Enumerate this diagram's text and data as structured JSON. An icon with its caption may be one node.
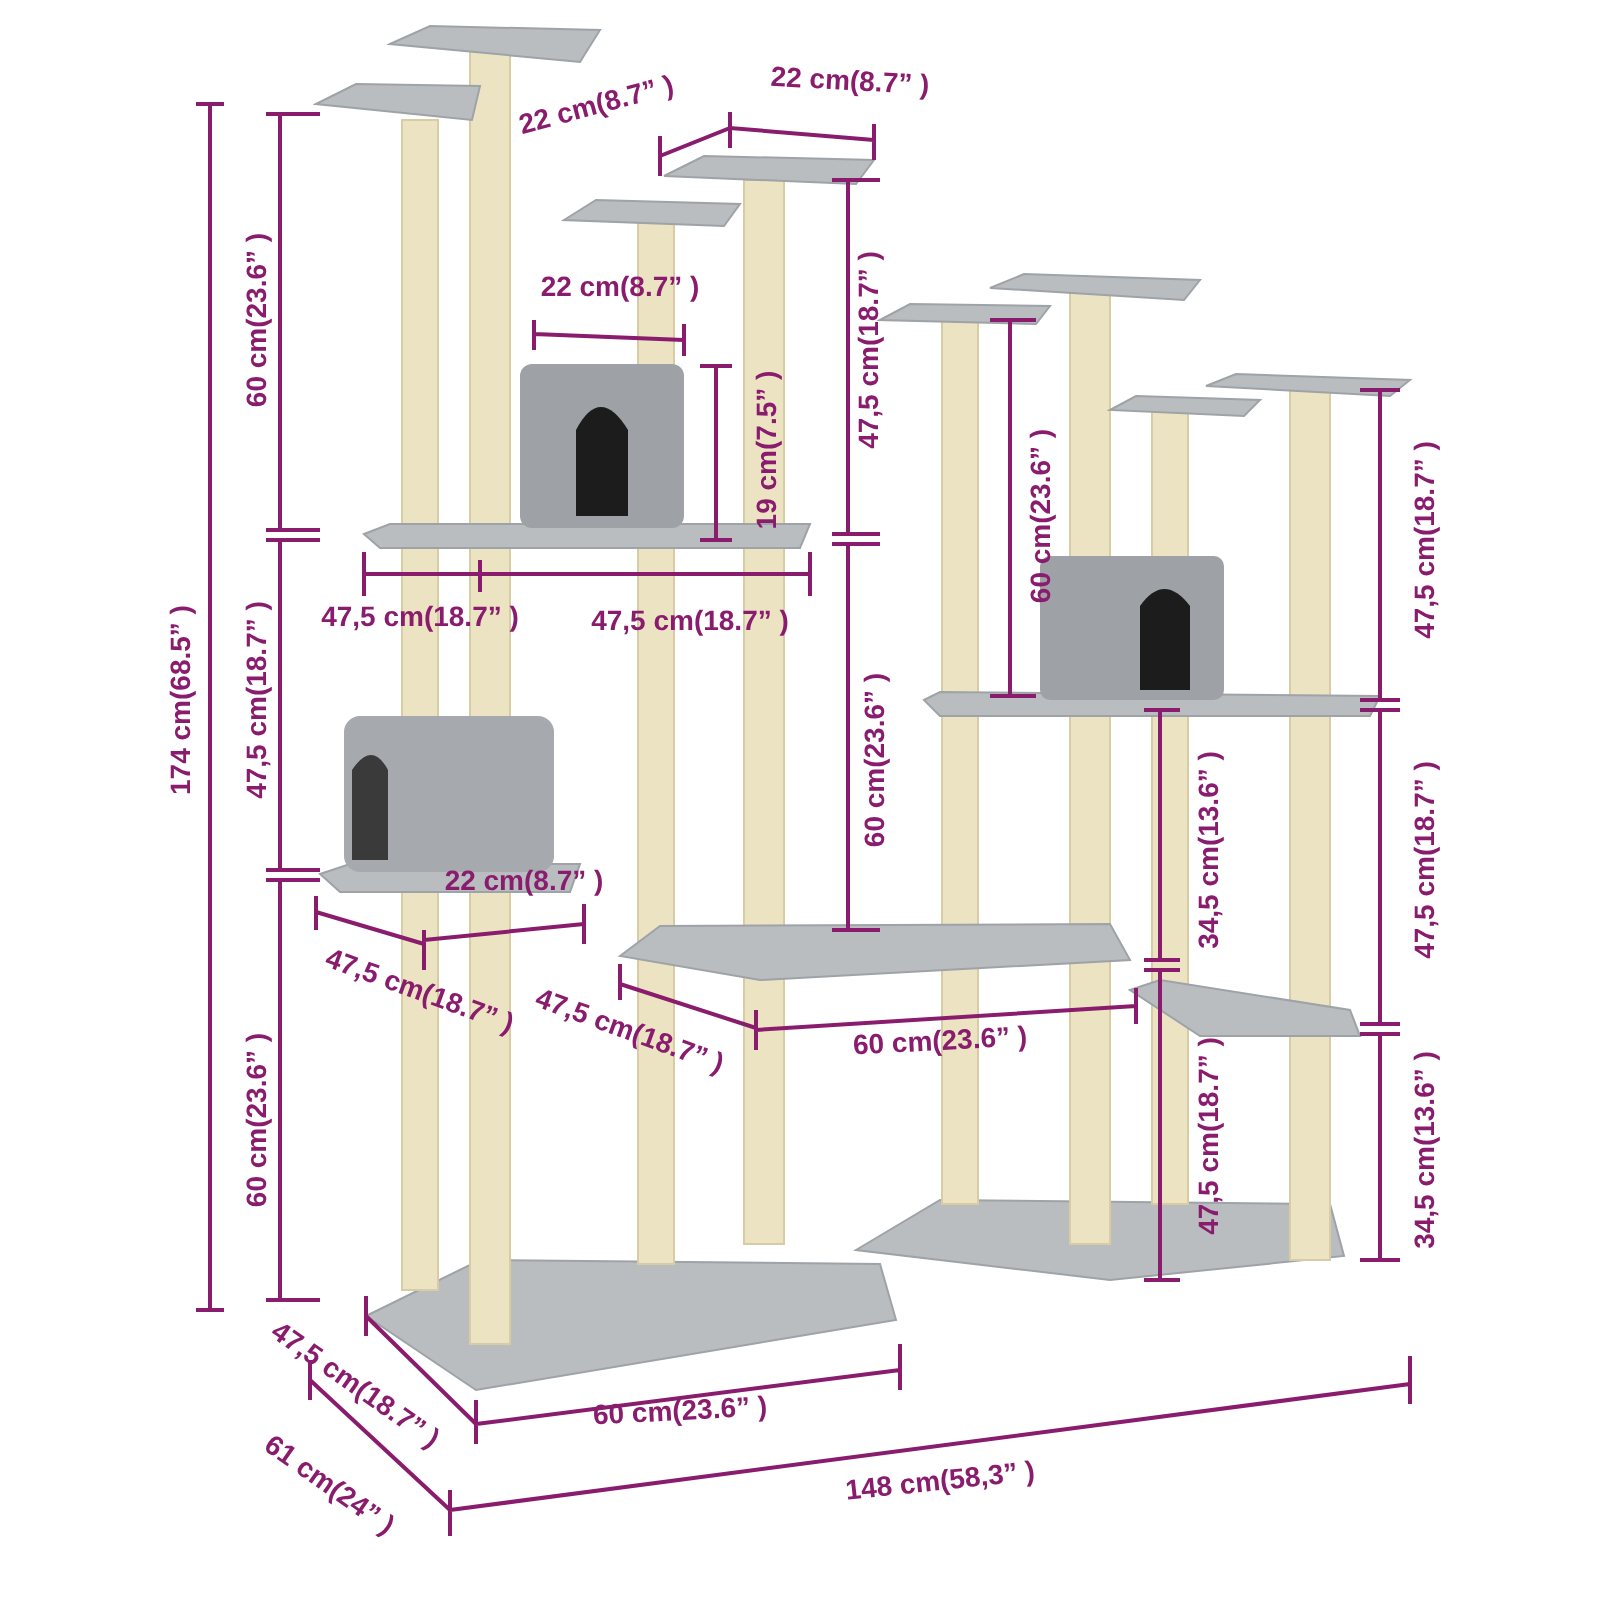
{
  "diagram": {
    "labels": [
      "22 cm(8.7” )",
      "22 cm(8.7” )",
      "174 cm(68.5” )",
      "60 cm(23.6” )",
      "22 cm(8.7” )",
      "19 cm(7.5” )",
      "47,5 cm(18.7” )",
      "47,5 cm(18.7” )",
      "47,5 cm(18.7” )",
      "60 cm(23.6” )",
      "47,5 cm(18.7” )",
      "47,5 cm(18.7” )",
      "60 cm(23.6” )",
      "34,5 cm(13.6” )",
      "47,5 cm(18.7” )",
      "22 cm(8.7” )",
      "47,5 cm(18.7” )",
      "47,5 cm(18.7” )",
      "60 cm(23.6” )",
      "60 cm(23.6” )",
      "47,5 cm(18.7” )",
      "34,5 cm(13.6” )",
      "47,5 cm(18.7” )",
      "60 cm(23.6” )",
      "61 cm(24” )",
      "148 cm(58,3” )"
    ]
  }
}
